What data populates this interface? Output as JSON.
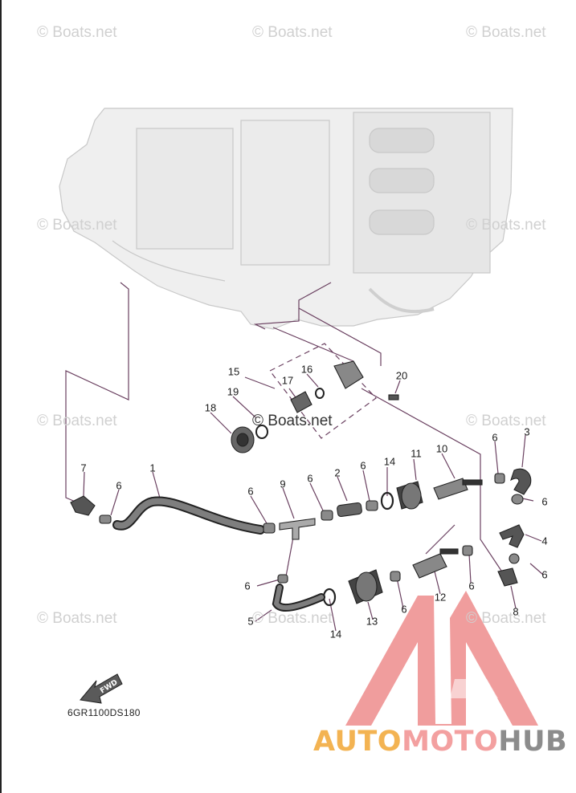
{
  "watermark_text": "© Boats.net",
  "center_watermark": "© Boats.net",
  "diagram_code": "6GR1100DS180",
  "fwd_label": "FWD",
  "brand": {
    "part1": "AUTO",
    "part2": "MOTO",
    "part3": "HUB"
  },
  "colors": {
    "callout_line": "#6a4060",
    "brand_orange": "#f3b352",
    "brand_pink": "#f3a0a0",
    "brand_gray": "#8c8c8c",
    "logo_red": "#ef9595",
    "engine_fill": "#efefef",
    "engine_line": "#c4c4c4"
  },
  "callouts": [
    "1",
    "2",
    "3",
    "4",
    "5",
    "6",
    "6",
    "6",
    "6",
    "6",
    "6",
    "6",
    "6",
    "6",
    "6",
    "7",
    "8",
    "9",
    "10",
    "11",
    "12",
    "13",
    "14",
    "14",
    "15",
    "16",
    "17",
    "18",
    "19",
    "20"
  ]
}
